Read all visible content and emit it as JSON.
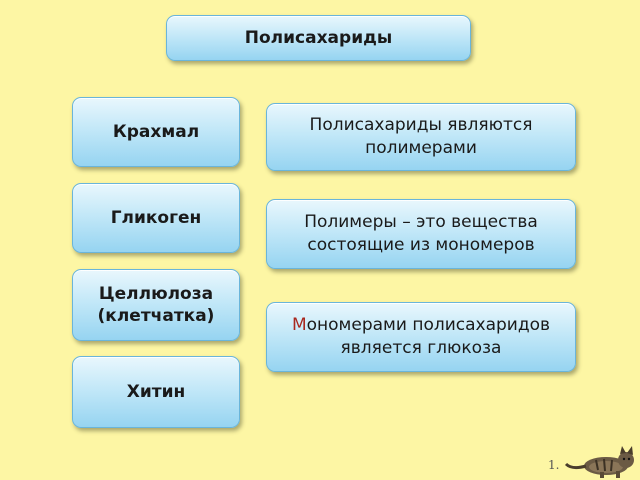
{
  "title": "Полисахариды",
  "items": [
    {
      "label": "Крахмал"
    },
    {
      "label": "Гликоген"
    },
    {
      "line1": "Целлюлоза",
      "line2": "(клетчатка)"
    },
    {
      "label": "Хитин"
    }
  ],
  "facts": [
    {
      "line1": "Полисахариды являются",
      "line2": "полимерами"
    },
    {
      "line1": "Полимеры – это вещества",
      "line2": "состоящие из мономеров"
    },
    {
      "first_letter": "М",
      "line1_rest": "ономерами полисахаридов",
      "line2": "является глюкоза"
    }
  ],
  "slide_number": "1.",
  "colors": {
    "background": "#fdf6a4",
    "box_fill": "#c3e8f8",
    "accent_letter": "#a8271e"
  }
}
